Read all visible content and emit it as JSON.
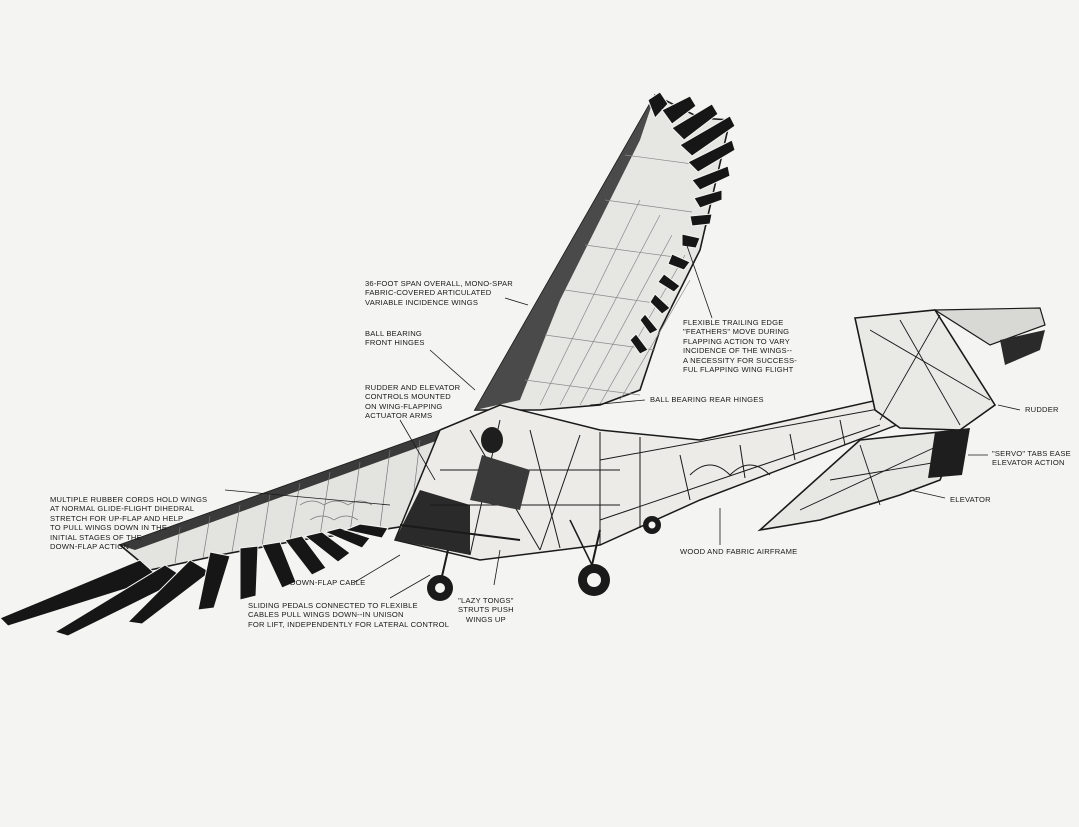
{
  "labels": {
    "wings": "36-FOOT SPAN OVERALL, MONO-SPAR\nFABRIC-COVERED ARTICULATED\nVARIABLE INCIDENCE WINGS",
    "front_hinges": "BALL BEARING\nFRONT HINGES",
    "controls": "RUDDER AND ELEVATOR\nCONTROLS MOUNTED\nON WING-FLAPPING\nACTUATOR ARMS",
    "feathers": "FLEXIBLE TRAILING EDGE\n\"FEATHERS\" MOVE DURING\nFLAPPING ACTION TO VARY\nINCIDENCE OF THE WINGS--\nA NECESSITY FOR SUCCESS-\nFUL FLAPPING WING FLIGHT",
    "rear_hinges": "BALL BEARING REAR HINGES",
    "rudder": "RUDDER",
    "servo_tabs": "\"SERVO\" TABS EASE\nELEVATOR ACTION",
    "elevator": "ELEVATOR",
    "rubber_cords": "MULTIPLE RUBBER CORDS HOLD WINGS\nAT NORMAL GLIDE-FLIGHT DIHEDRAL\nSTRETCH FOR UP-FLAP AND HELP\nTO PULL WINGS DOWN IN THE\nINITIAL STAGES OF THE\nDOWN-FLAP ACTION",
    "down_flap_cable": "DOWN-FLAP CABLE",
    "airframe": "WOOD AND FABRIC AIRFRAME",
    "lazy_tongs": "\"LAZY TONGS\"\nSTRUTS PUSH\nWINGS UP",
    "pedals": "SLIDING PEDALS CONNECTED TO FLEXIBLE\nCABLES PULL WINGS DOWN--IN UNISON\nFOR LIFT, INDEPENDENTLY FOR LATERAL CONTROL"
  },
  "colors": {
    "paper": "#f4f4f2",
    "ink": "#1a1a1a",
    "fabric": "#e3e3e0",
    "feather": "#161616"
  }
}
